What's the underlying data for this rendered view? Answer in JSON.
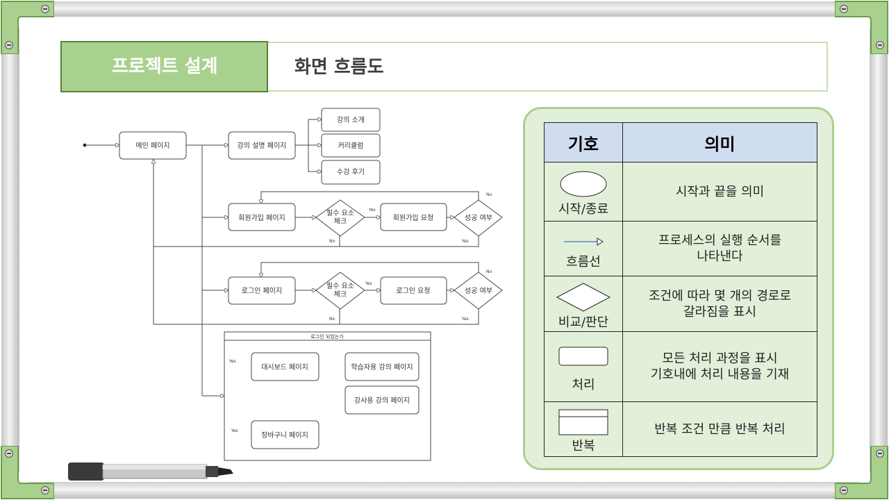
{
  "header": {
    "section_label": "프로젝트 설계",
    "page_title": "화면 흐름도"
  },
  "flow": {
    "main_page": "메인 페이지",
    "course_detail": "강의 설명 페이지",
    "course_intro": "강의 소개",
    "curriculum": "커리큘럼",
    "review": "수강 후기",
    "signup_page": "회원가입 페이지",
    "check_required_1": "필수 요소",
    "check_required_2": "체크",
    "signup_request": "회원가입 요청",
    "success_check": "성공 여부",
    "login_page": "로그인 페이지",
    "login_request": "로그인 요청",
    "login_loop_label": "로그인 되었는가",
    "dashboard": "대시보드 페이지",
    "student_course": "학습자용 강의 페이지",
    "instructor_course": "강사용 강의 페이지",
    "cart": "장바구니 페이지",
    "yes": "Yes",
    "no": "No"
  },
  "legend": {
    "header_symbol": "기호",
    "header_meaning": "의미",
    "rows": [
      {
        "symbol": "시작/종료",
        "meaning_lines": [
          "시작과 끝을 의미"
        ]
      },
      {
        "symbol": "흐름선",
        "meaning_lines": [
          "프로세스의 실행 순서를",
          "나타낸다"
        ]
      },
      {
        "symbol": "비교/판단",
        "meaning_lines": [
          "조건에 따라 몇 개의 경로로",
          "갈라짐을 표시"
        ]
      },
      {
        "symbol": "처리",
        "meaning_lines": [
          "모든 처리 과정을 표시",
          "기호내에 처리 내용을 기재"
        ]
      },
      {
        "symbol": "반복",
        "meaning_lines": [
          "반복 조건 만큼 반복 처리"
        ]
      }
    ]
  },
  "colors": {
    "accent_green": "#a9d18e",
    "dark_green": "#548235",
    "legend_bg": "#e2f0d9",
    "legend_header_bg": "#d0dcf0",
    "flow_arrow": "#4472c4"
  }
}
